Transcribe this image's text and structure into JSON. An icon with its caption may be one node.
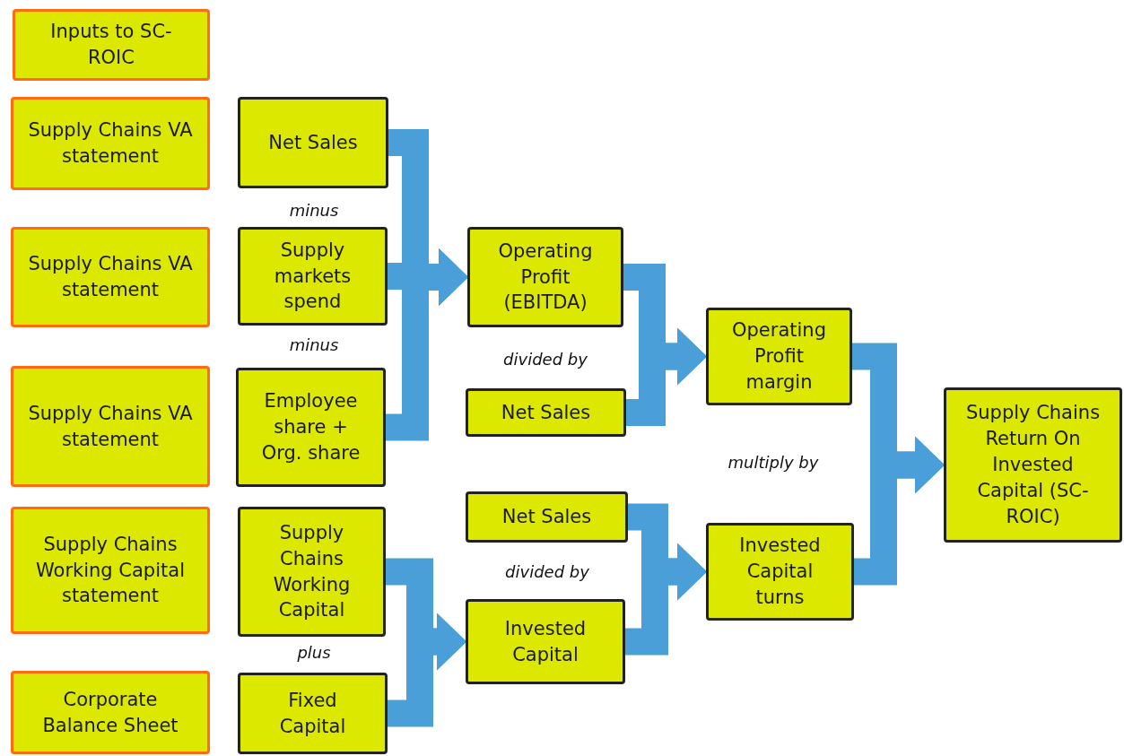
{
  "diagram": {
    "nodes": [
      {
        "text": [
          "Inputs to SC-ROIC"
        ]
      },
      {
        "text": [
          "Supply Chains VA statement"
        ]
      },
      {
        "text": [
          "Net Sales"
        ]
      },
      {
        "text": [
          "Supply Chains VA statement"
        ]
      },
      {
        "text": [
          "Supply markets spend"
        ]
      },
      {
        "text": [
          "Supply Chains VA statement"
        ]
      },
      {
        "text": [
          "Employee share + Org. share"
        ]
      },
      {
        "text": [
          "Supply Chains Working Capital statement"
        ]
      },
      {
        "text": [
          "Supply Chains Working Capital"
        ]
      },
      {
        "text": [
          "Corporate Balance Sheet"
        ]
      },
      {
        "text": [
          "Fixed Capital"
        ]
      },
      {
        "text": [
          "Operating Profit (EBITDA)"
        ]
      },
      {
        "text": [
          "Net Sales"
        ]
      },
      {
        "text": [
          "Net Sales"
        ]
      },
      {
        "text": [
          "Invested Capital"
        ]
      },
      {
        "text": [
          "Operating Profit margin"
        ]
      },
      {
        "text": [
          "Invested Capital turns"
        ]
      },
      {
        "text": [
          "Supply Chains Return On Invested Capital (SC-ROIC)"
        ]
      }
    ],
    "edges": [
      {
        "from": 2,
        "to": 11,
        "arrow": "to"
      },
      {
        "from": 4,
        "to": 11,
        "arrow": "to"
      },
      {
        "from": 6,
        "to": 11,
        "arrow": "to"
      },
      {
        "from": 11,
        "to": 15,
        "arrow": "to"
      },
      {
        "from": 12,
        "to": 15,
        "arrow": "to"
      },
      {
        "from": 13,
        "to": 16,
        "arrow": "to"
      },
      {
        "from": 14,
        "to": 16,
        "arrow": "to"
      },
      {
        "from": 8,
        "to": 14,
        "arrow": "to"
      },
      {
        "from": 10,
        "to": 14,
        "arrow": "to"
      },
      {
        "from": 15,
        "to": 17,
        "arrow": "to"
      },
      {
        "from": 16,
        "to": 17,
        "arrow": "to"
      }
    ],
    "labels": [
      "minus",
      "minus",
      "divided by",
      "multiply by",
      "divided by",
      "plus"
    ]
  }
}
